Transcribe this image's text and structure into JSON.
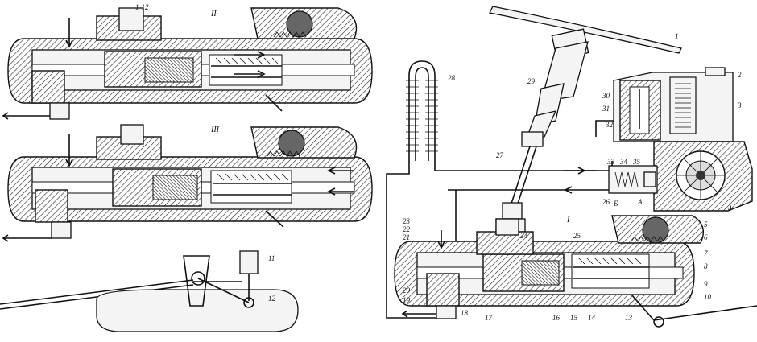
{
  "roman_numerals": {
    "view_2": "II",
    "view_3": "III",
    "view_1": "I"
  },
  "labels": {
    "n1": "1",
    "n2": "2",
    "n3": "3",
    "n4": "4",
    "n5": "5",
    "n6": "6",
    "n7": "7",
    "n8": "8",
    "n9": "9",
    "n10": "10",
    "n11": "11",
    "n12": "12",
    "n13": "13",
    "n14": "14",
    "n15": "15",
    "n16": "16",
    "n17": "17",
    "n18": "18",
    "n19": "19",
    "n20": "20",
    "n21": "21",
    "n22": "22",
    "n23": "23",
    "n24": "24",
    "n25": "25",
    "n26": "26",
    "n27": "27",
    "n28": "28",
    "n29": "29",
    "n30": "30",
    "n31": "31",
    "n32": "32",
    "n33": "33",
    "n34": "34",
    "n35": "35",
    "a": "A",
    "b": "Б"
  },
  "top_view_label": "1-12"
}
